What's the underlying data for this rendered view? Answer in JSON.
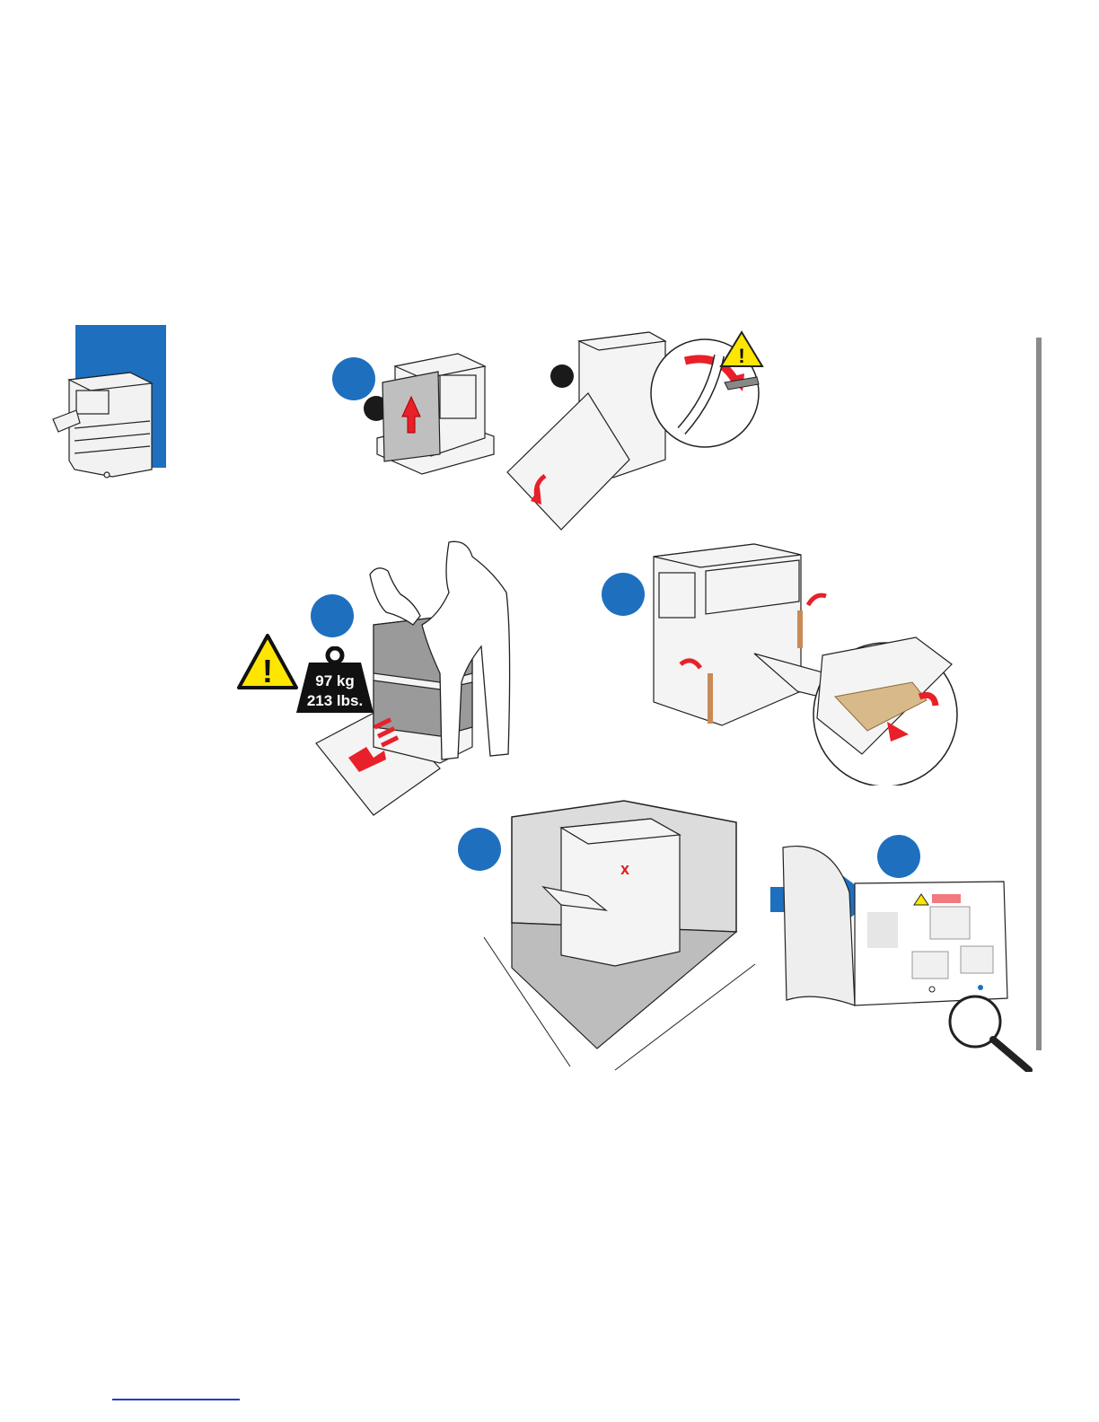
{
  "weight": {
    "kg": "97 kg",
    "lbs": "213 lbs."
  },
  "printer_logo": "X",
  "colors": {
    "step_blue": "#1f6fbf",
    "sidebar_blue": "#1f6fbf",
    "arrow_red": "#e8202a",
    "warning_yellow": "#ffe600",
    "floor_gray": "#bdbdbd",
    "wall_gray": "#dcdcdc"
  },
  "icons": [
    "printer-thumbnail",
    "warning-icon",
    "weight-icon",
    "magnifier-icon",
    "right-arrow-icon"
  ]
}
